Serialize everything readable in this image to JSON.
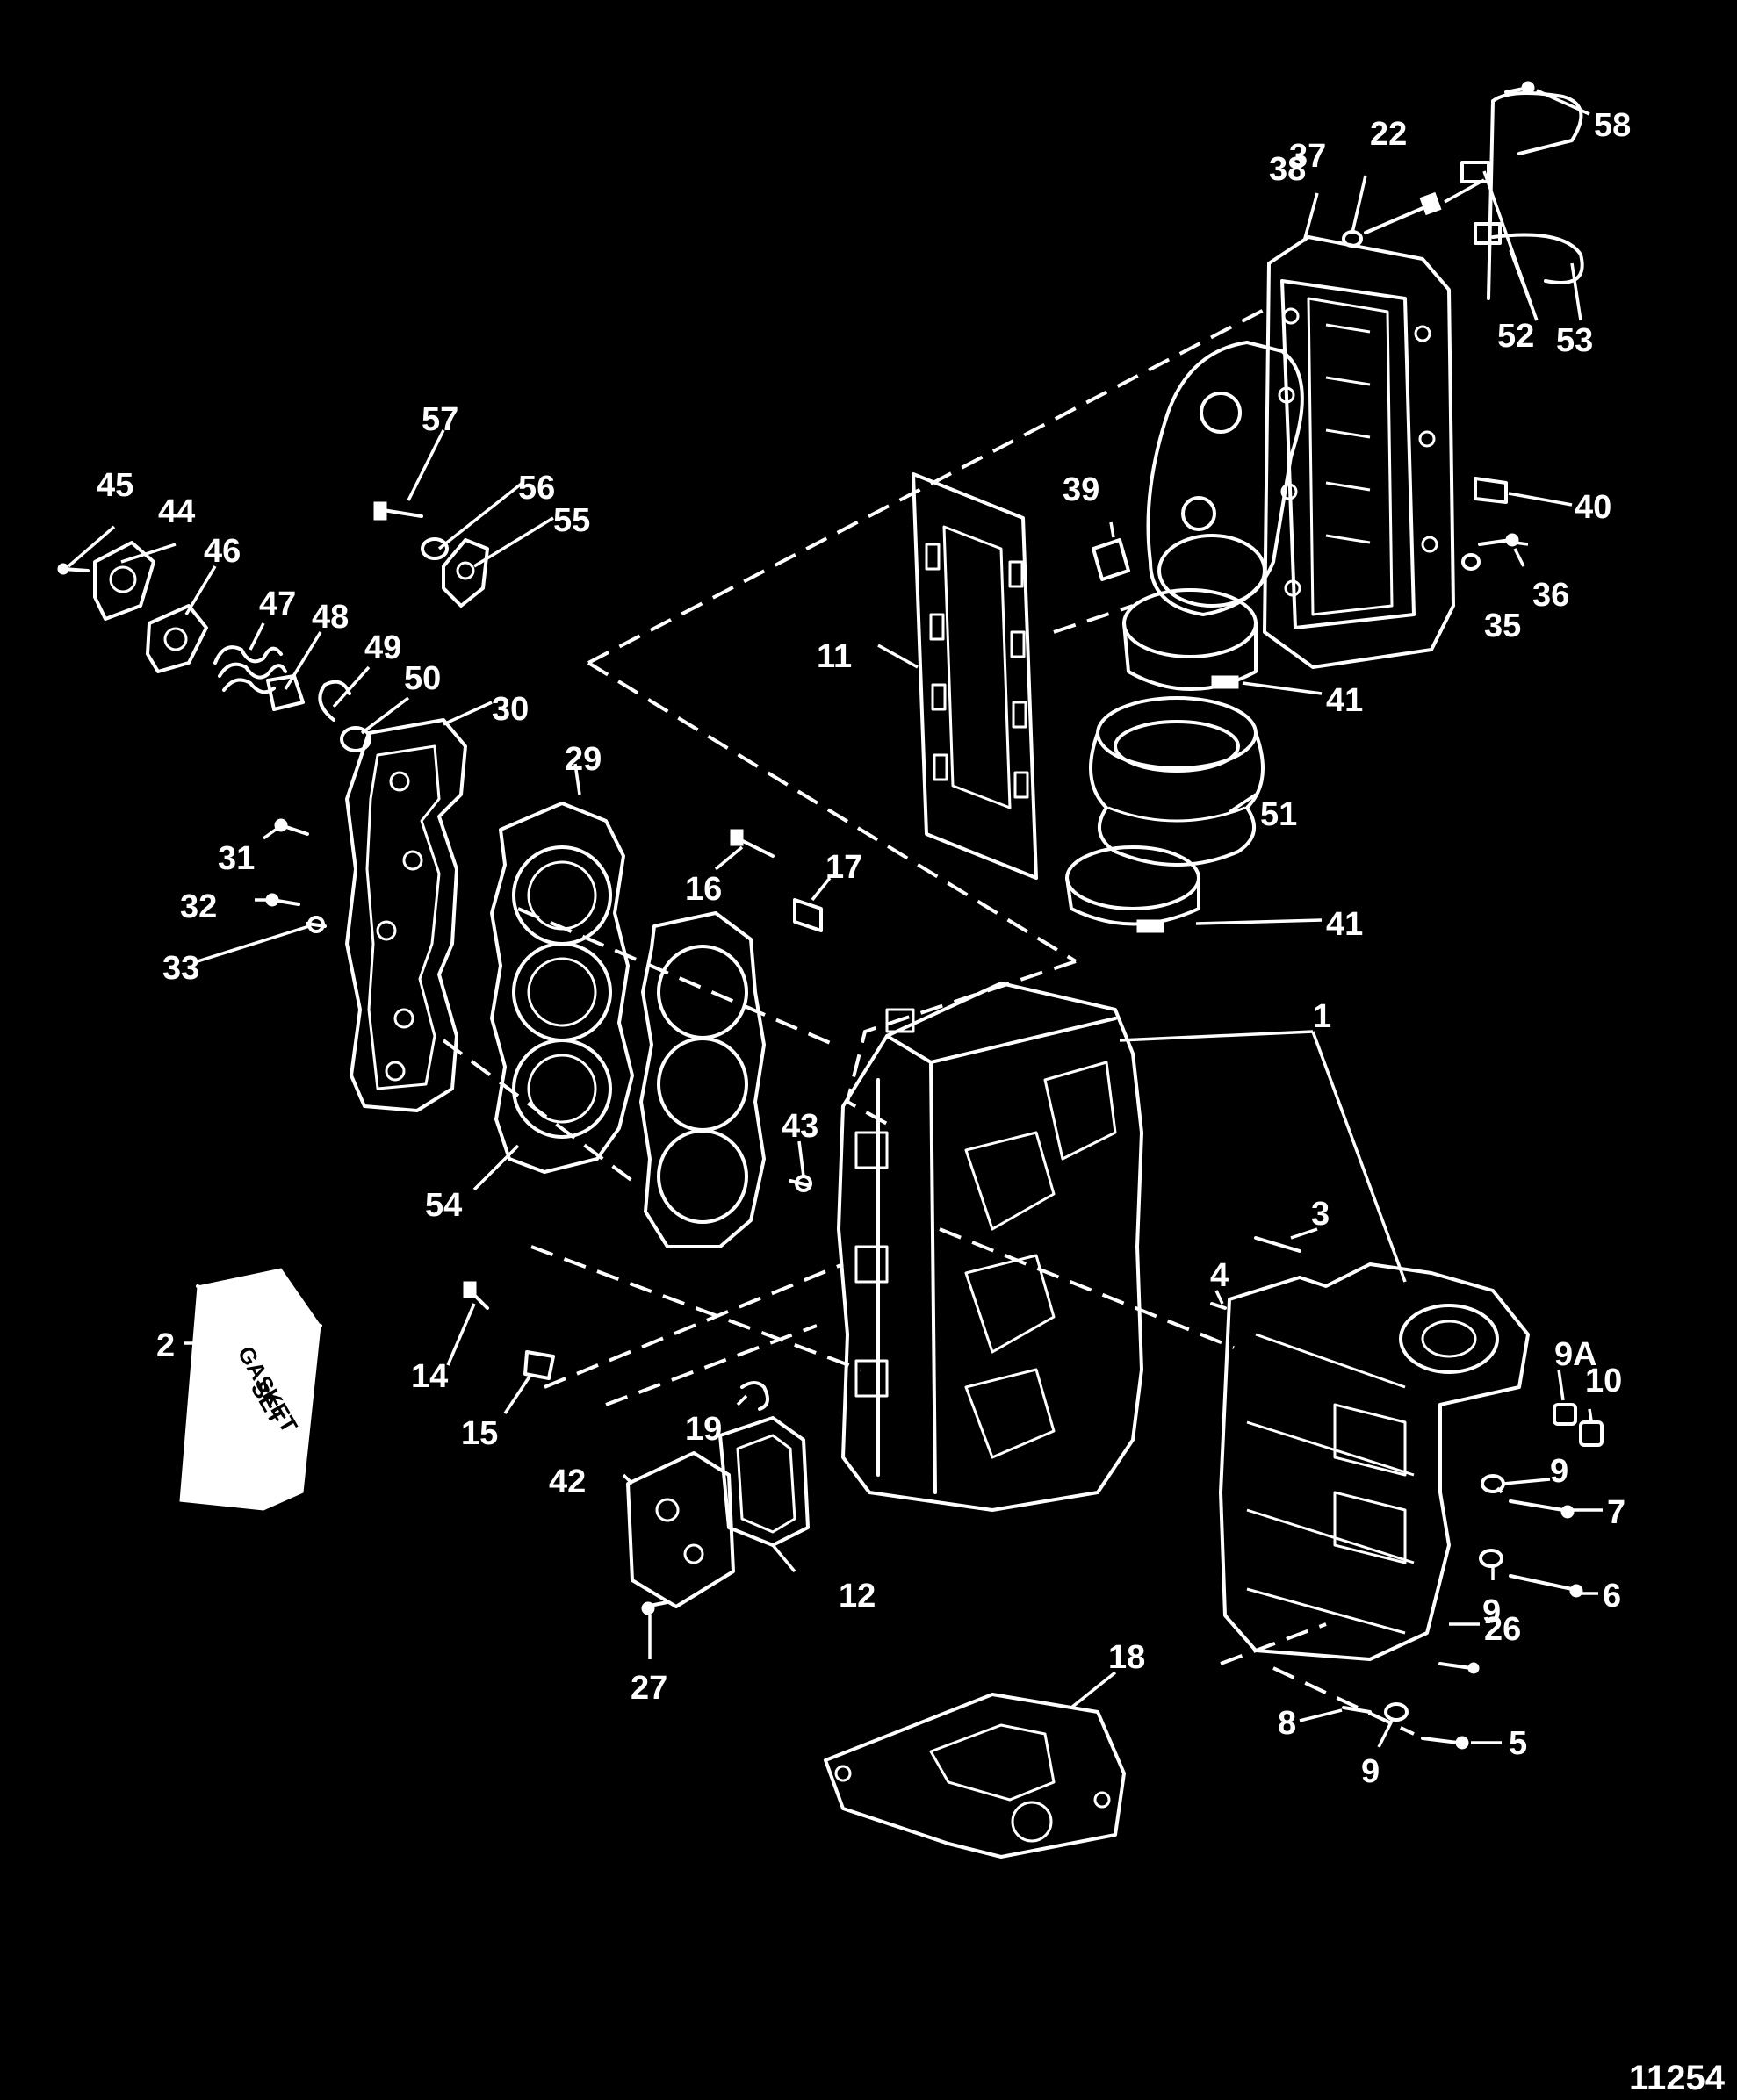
{
  "diagram": {
    "drawing_number": "11254",
    "gasket_set_text": [
      "GASKET",
      "SET"
    ],
    "labels": [
      "1",
      "2",
      "3",
      "4",
      "5",
      "6",
      "7",
      "8",
      "9",
      "9",
      "9",
      "9",
      "9A",
      "10",
      "11",
      "12",
      "14",
      "15",
      "16",
      "17",
      "18",
      "19",
      "22",
      "26",
      "27",
      "29",
      "30",
      "31",
      "32",
      "33",
      "35",
      "36",
      "37",
      "38",
      "39",
      "40",
      "41",
      "41",
      "42",
      "43",
      "44",
      "45",
      "46",
      "47",
      "48",
      "49",
      "50",
      "51",
      "52",
      "53",
      "54",
      "55",
      "56",
      "57",
      "58"
    ]
  },
  "colors": {
    "background": "#000000",
    "line": "#ffffff"
  }
}
